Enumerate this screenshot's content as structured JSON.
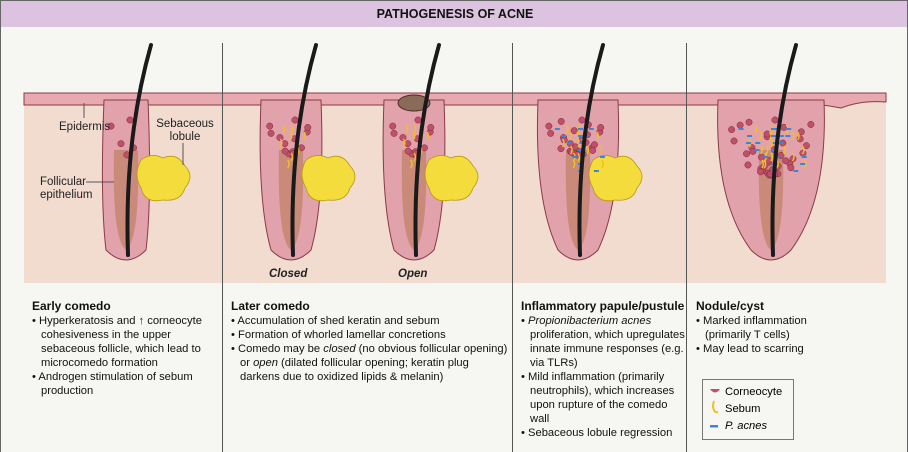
{
  "title": "PATHOGENESIS OF ACNE",
  "labels": {
    "epidermis": "Epidermis",
    "sebaceous_lobule": "Sebaceous lobule",
    "follicular_epithelium": "Follicular epithelium",
    "closed": "Closed",
    "open": "Open"
  },
  "stages": [
    {
      "heading": "Early comedo",
      "bullets": [
        "Hyperkeratosis and ↑ corneocyte cohesiveness in the upper sebaceous follicle, which lead to microcomedo formation",
        "Androgen stimulation of sebum production"
      ]
    },
    {
      "heading": "Later comedo",
      "bullets": [
        "Accumulation of shed keratin and sebum",
        "Formation of whorled lamellar concretions"
      ],
      "bullet3": {
        "a": "Comedo may be ",
        "b": "closed",
        "c": " (no obvious follicular opening) or ",
        "d": "open",
        "e": " (dilated follicular opening; keratin plug darkens due to oxidized lipids & melanin)"
      }
    },
    {
      "heading": "Inflammatory papule/pustule",
      "bullet1": {
        "italic": "Propionibacterium acnes",
        "rest": " proliferation, which upregulates innate immune responses (e.g. via TLRs)"
      },
      "bullets": [
        "Mild inflammation (primarily neutrophils), which increases upon rupture of the comedo wall",
        "Sebaceous lobule regression"
      ]
    },
    {
      "heading": "Nodule/cyst",
      "bullets": [
        "Marked inflammation (primarily T cells)",
        "May lead to scarring"
      ]
    }
  ],
  "legend": [
    {
      "icon": "corneocyte-icon",
      "label": "Corneocyte",
      "color": "#c0506a"
    },
    {
      "icon": "sebum-icon",
      "label": "Sebum",
      "color": "#f0c020"
    },
    {
      "icon": "p-acnes-icon",
      "label": "P. acnes",
      "color": "#3a86d8"
    }
  ]
}
